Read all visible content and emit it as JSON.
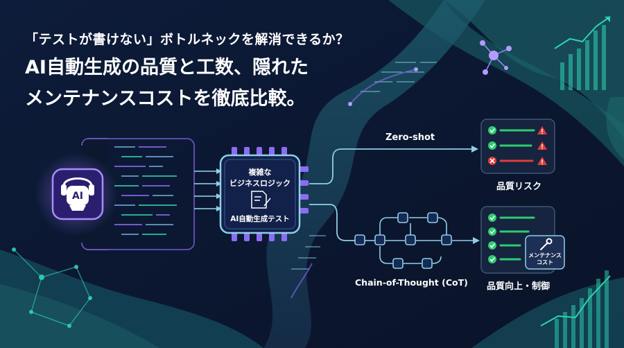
{
  "headline": {
    "line1": "「テストが書けない」ボトルネックを解消できるか？",
    "line2": "AI自動生成の品質と工数、隠れた",
    "line3": "メンテナンスコストを徹底比較。"
  },
  "ai_badge": {
    "text": "AI"
  },
  "chip": {
    "line1": "複雑な",
    "line2": "ビジネスロジック",
    "caption": "AI自動生成テスト"
  },
  "paths": {
    "zero_shot": "Zero-shot",
    "cot": "Chain-of-Thought (CoT)"
  },
  "outcomes": {
    "risk": "品質リスク",
    "improve": "品質向上・制御",
    "maint_line1": "メンテナンス",
    "maint_line2": "コスト"
  },
  "colors": {
    "accent_teal": "#2fd3b0",
    "accent_purple": "#8d6cf5",
    "check_green": "#2ecc71",
    "warn_red": "#e23b3b"
  }
}
